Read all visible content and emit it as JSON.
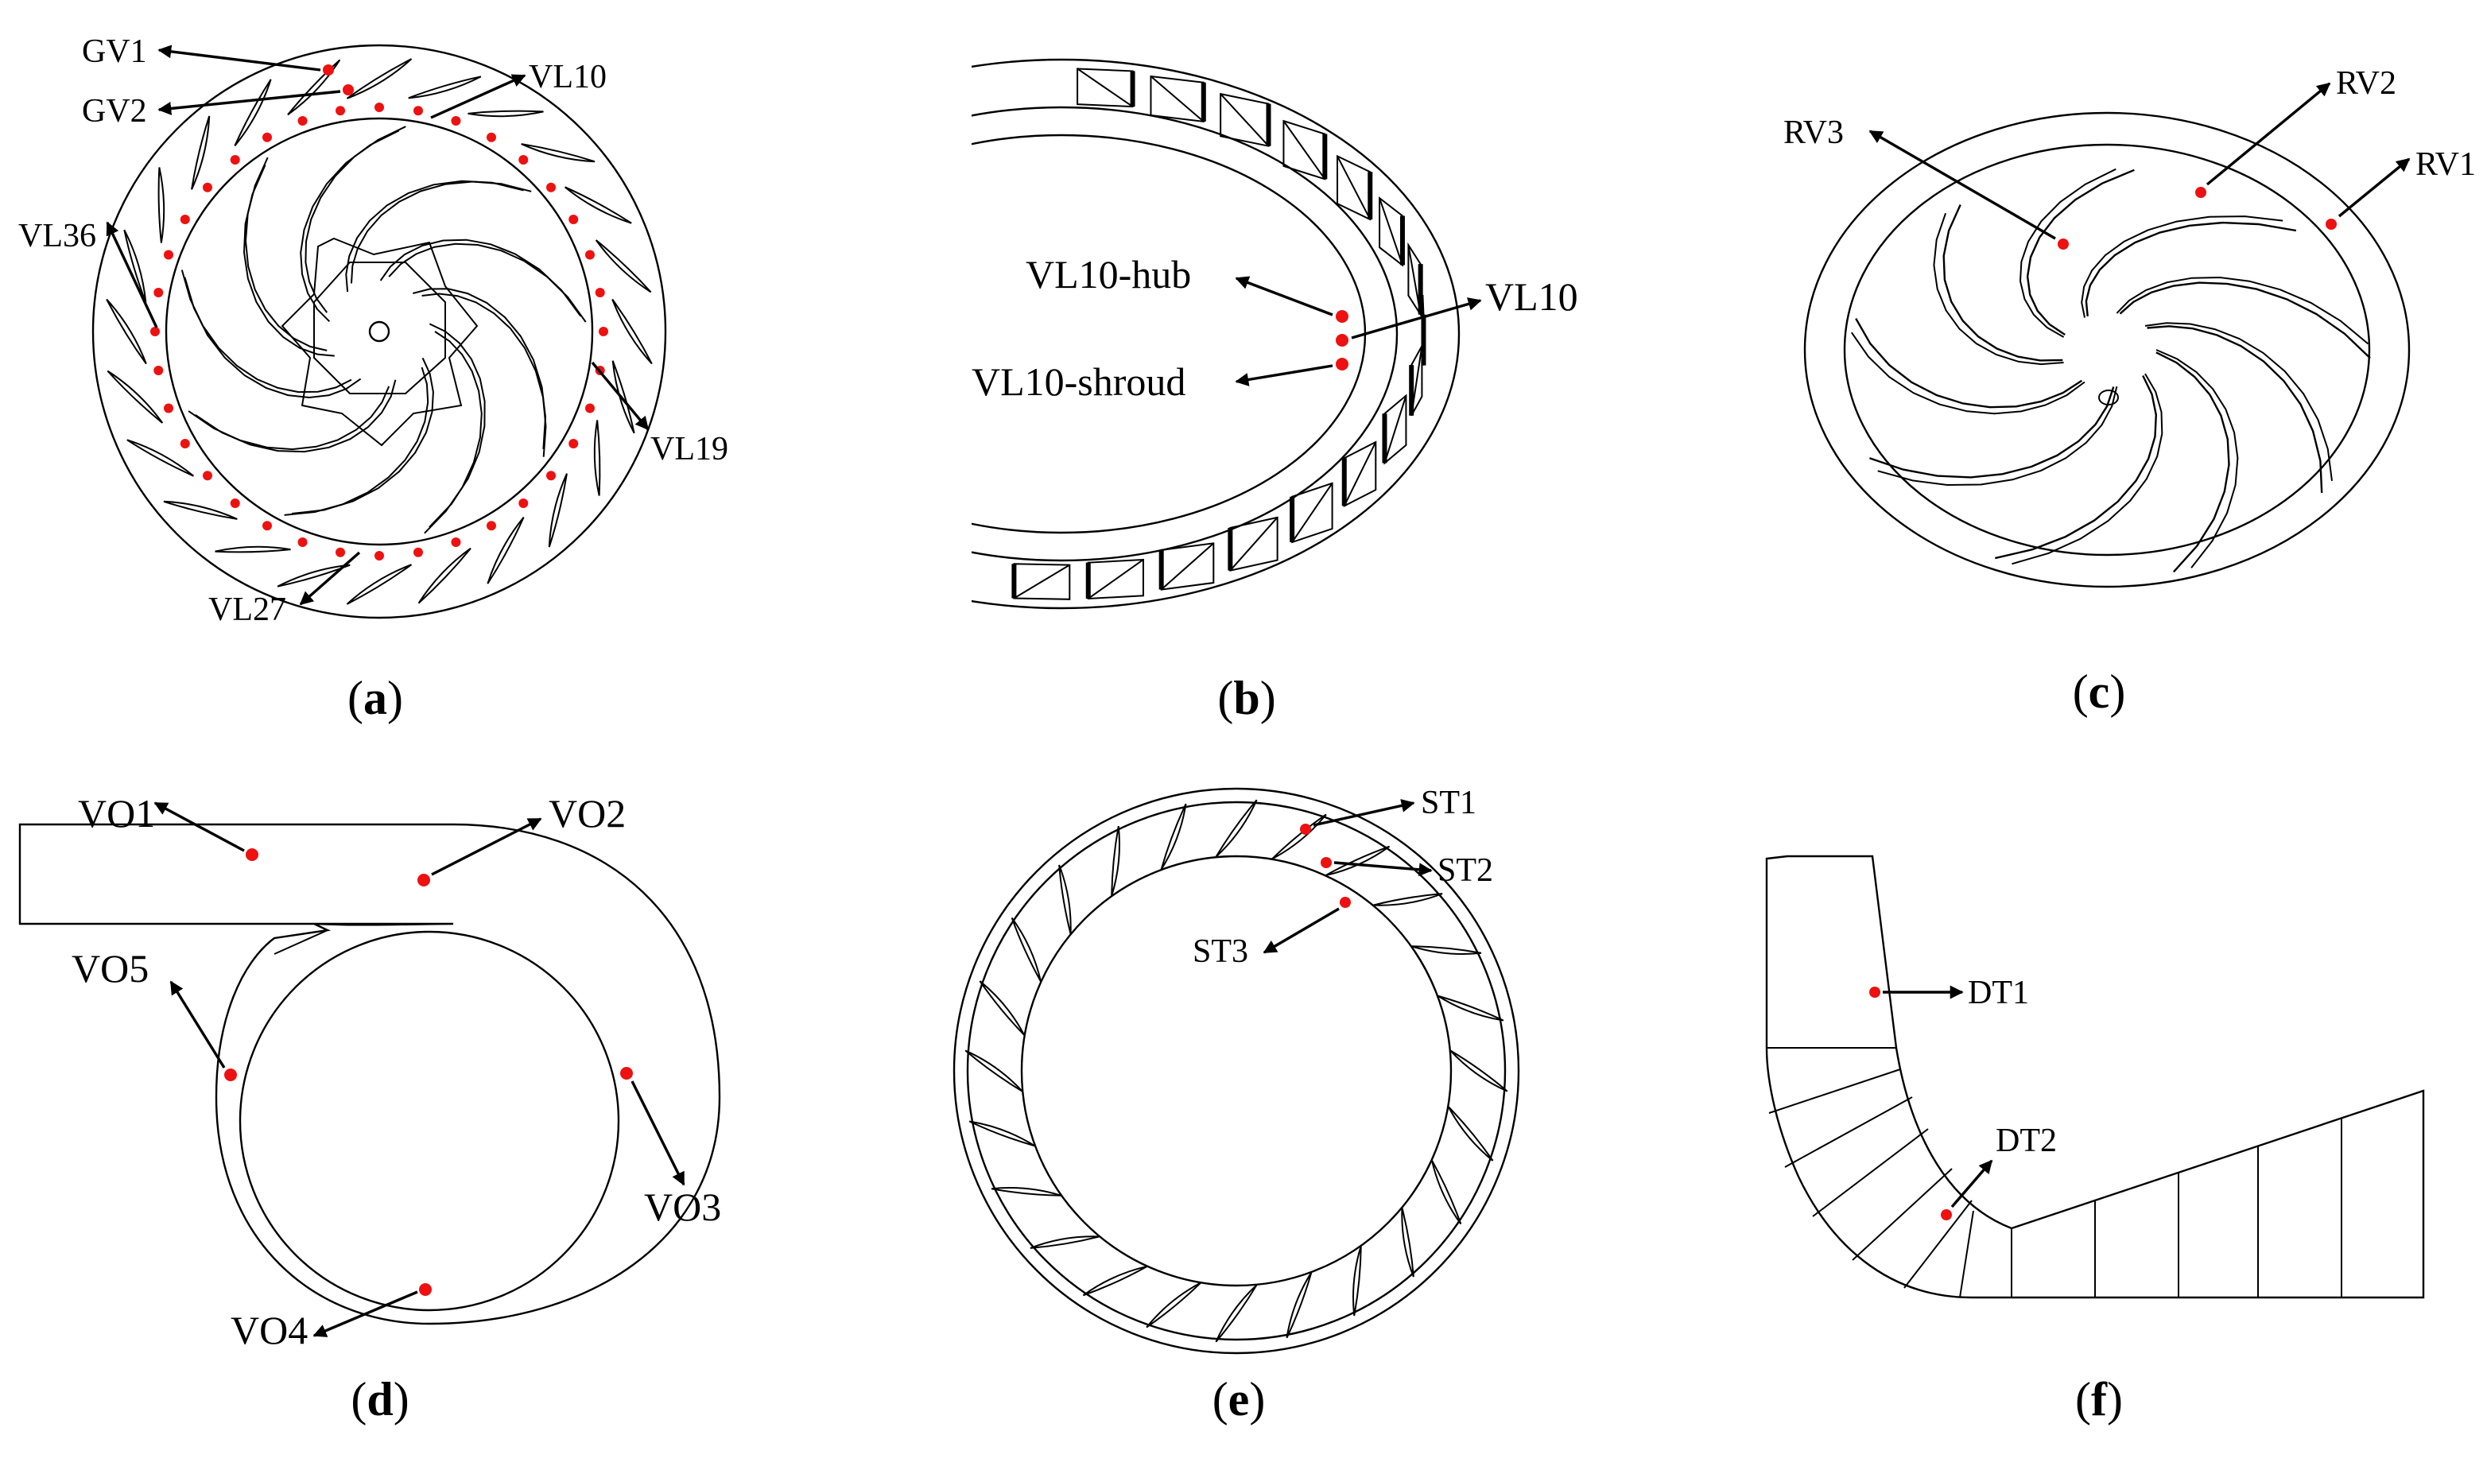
{
  "panels": {
    "a": {
      "caption_open": "(",
      "caption_letter": "a",
      "caption_close": ")",
      "labels": {
        "gv1": "GV1",
        "gv2": "GV2",
        "vl10": "VL10",
        "vl36": "VL36",
        "vl19": "VL19",
        "vl27": "VL27"
      }
    },
    "b": {
      "caption_open": "(",
      "caption_letter": "b",
      "caption_close": ")",
      "labels": {
        "hub": "VL10-hub",
        "vl10": "VL10",
        "shroud": "VL10-shroud"
      }
    },
    "c": {
      "caption_open": "(",
      "caption_letter": "c",
      "caption_close": ")",
      "labels": {
        "rv1": "RV1",
        "rv2": "RV2",
        "rv3": "RV3"
      }
    },
    "d": {
      "caption_open": "(",
      "caption_letter": "d",
      "caption_close": ")",
      "labels": {
        "vo1": "VO1",
        "vo2": "VO2",
        "vo3": "VO3",
        "vo4": "VO4",
        "vo5": "VO5"
      }
    },
    "e": {
      "caption_open": "(",
      "caption_letter": "e",
      "caption_close": ")",
      "labels": {
        "st1": "ST1",
        "st2": "ST2",
        "st3": "ST3"
      }
    },
    "f": {
      "caption_open": "(",
      "caption_letter": "f",
      "caption_close": ")",
      "labels": {
        "dt1": "DT1",
        "dt2": "DT2"
      }
    }
  },
  "colors": {
    "monitor_point": "#ee1111",
    "line": "#000000",
    "background": "#ffffff"
  }
}
